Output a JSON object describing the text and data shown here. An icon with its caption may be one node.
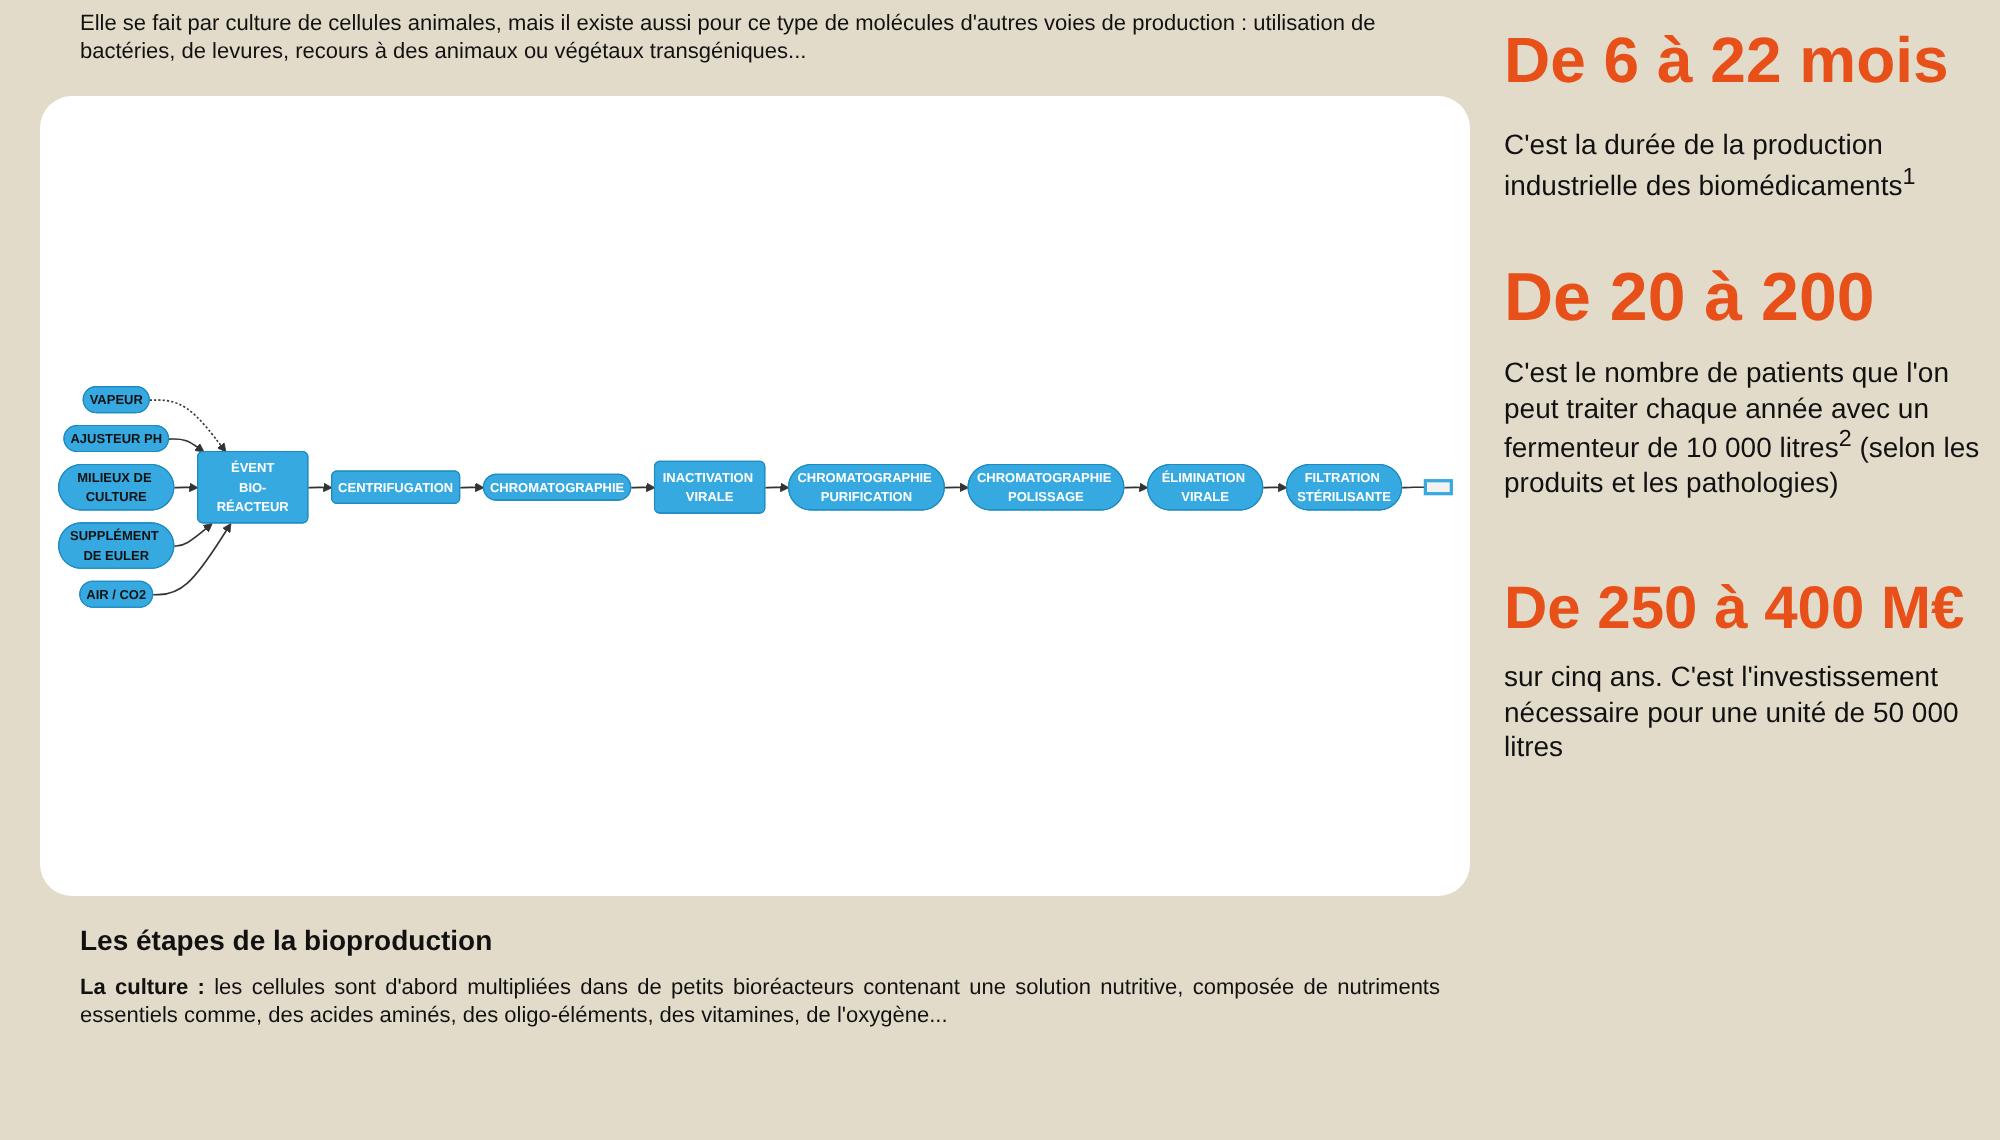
{
  "diagram": {
    "nodes": [
      {
        "text": [
          "VAPEUR"
        ]
      },
      {
        "text": [
          "AJUSTEUR PH"
        ]
      },
      {
        "text": [
          "MILIEUX DE CULTURE"
        ]
      },
      {
        "text": [
          "SUPPLÉMENT DE EULER"
        ]
      },
      {
        "text": [
          "AIR / CO2"
        ]
      },
      {
        "text": [
          "ÉVENT",
          "BIO-RÉACTEUR"
        ]
      },
      {
        "text": [
          "CENTRIFUGATION"
        ]
      },
      {
        "text": [
          "CHROMATOGRAPHIE"
        ]
      },
      {
        "text": [
          "INACTIVATION VIRALE"
        ]
      },
      {
        "text": [
          "CHROMATOGRAPHIE PURIFICATION"
        ]
      },
      {
        "text": [
          "CHROMATOGRAPHIE POLISSAGE"
        ]
      },
      {
        "text": [
          "ÉLIMINATION VIRALE"
        ]
      },
      {
        "text": [
          "FILTRATION STÉRILISANTE"
        ]
      },
      {
        "text": [],
        "shape": "box"
      }
    ],
    "edges": [
      {
        "from": 0,
        "to": 5,
        "arrow": "to",
        "style": "dashed"
      },
      {
        "from": 1,
        "to": 5,
        "arrow": "to"
      },
      {
        "from": 2,
        "to": 5,
        "arrow": "to"
      },
      {
        "from": 3,
        "to": 5,
        "arrow": "to"
      },
      {
        "from": 4,
        "to": 5,
        "arrow": "to"
      },
      {
        "from": 5,
        "to": 6,
        "arrow": "to"
      },
      {
        "from": 6,
        "to": 7,
        "arrow": "to"
      },
      {
        "from": 7,
        "to": 8,
        "arrow": "to"
      },
      {
        "from": 8,
        "to": 9,
        "arrow": "to"
      },
      {
        "from": 9,
        "to": 10,
        "arrow": "to"
      },
      {
        "from": 10,
        "to": 11,
        "arrow": "to"
      },
      {
        "from": 11,
        "to": 12,
        "arrow": "to"
      },
      {
        "from": 12,
        "to": 13,
        "arrow": "none"
      }
    ],
    "labels": [
      "Elle se fait par culture de cellules animales, mais il existe aussi pour ce type de molécules d'autres voies de production : utilisation de bactéries, de levures, recours à des animaux ou végétaux transgéniques...",
      "De 6 à 22 mois",
      "C'est la durée de la production industrielle des biomédicaments$^{1}$",
      "De 20 à 200",
      "C'est le nombre de patients que l'on peut traiter chaque année avec un fermenteur de 10 000 litres$^{2}$ (selon les produits et les pathologies)",
      "De 250 à 400 M€",
      "sur cinq ans. C'est l'investissement nécessaire pour une unité de 50 000 litres",
      "Les étapes de la bioproduction",
      "**La culture :** les cellules sont d'abord multipliées dans de petits bioréacteurs contenant une solution nutritive, composée de nutriments essentiels comme, des acides aminés, des oligo-éléments, des vitamines, de l'oxygène..."
    ]
  }
}
